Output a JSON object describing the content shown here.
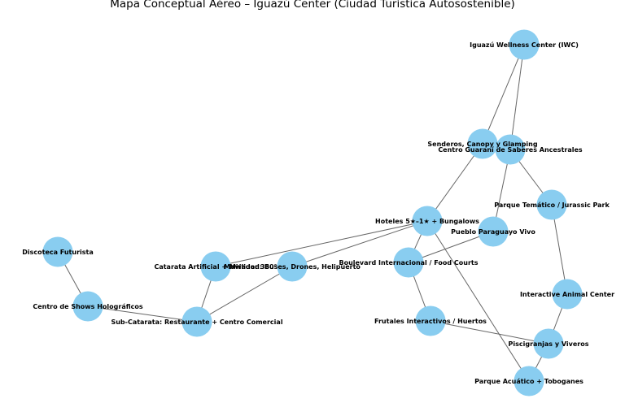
{
  "title": "Mapa Conceptual Aéreo – Iguazú Center (Ciudad Turística Autosostenible)",
  "colors": {
    "node": "#89CDF0",
    "edge": "#666666",
    "label": "#000000"
  },
  "nodes": [
    {
      "id": "iwc",
      "label": "Iguazú Wellness Center (IWC)"
    },
    {
      "id": "senderos",
      "label": "Senderos, Canopy y Glamping"
    },
    {
      "id": "guarani",
      "label": "Centro Guaraní de Saberes Ancestrales"
    },
    {
      "id": "parque_tematico",
      "label": "Parque Temático / Jurassic Park"
    },
    {
      "id": "hoteles",
      "label": "Hoteles 5★–1★ + Bungalows"
    },
    {
      "id": "pueblo",
      "label": "Pueblo Paraguayo Vivo"
    },
    {
      "id": "boulevard",
      "label": "Boulevard Internacional / Food Courts"
    },
    {
      "id": "catarata",
      "label": "Catarata Artificial + Mirador 360°"
    },
    {
      "id": "movilidad",
      "label": "Movilidad: Buses, Drones, Helipuerto"
    },
    {
      "id": "discoteca",
      "label": "Discoteca Futurista"
    },
    {
      "id": "shows",
      "label": "Centro de Shows Holográficos"
    },
    {
      "id": "subcatarata",
      "label": "Sub-Catarata: Restaurante + Centro Comercial"
    },
    {
      "id": "animal",
      "label": "Interactive Animal Center"
    },
    {
      "id": "frutales",
      "label": "Frutales Interactivos / Huertos"
    },
    {
      "id": "piscigranjas",
      "label": "Piscigranjas y Viveros"
    },
    {
      "id": "acuatico",
      "label": "Parque Acuático + Toboganes"
    }
  ],
  "edges": [
    [
      "iwc",
      "senderos"
    ],
    [
      "iwc",
      "guarani"
    ],
    [
      "senderos",
      "hoteles"
    ],
    [
      "guarani",
      "pueblo"
    ],
    [
      "guarani",
      "parque_tematico"
    ],
    [
      "parque_tematico",
      "animal"
    ],
    [
      "hoteles",
      "catarata"
    ],
    [
      "hoteles",
      "movilidad"
    ],
    [
      "hoteles",
      "boulevard"
    ],
    [
      "hoteles",
      "acuatico"
    ],
    [
      "pueblo",
      "boulevard"
    ],
    [
      "boulevard",
      "frutales"
    ],
    [
      "catarata",
      "subcatarata"
    ],
    [
      "movilidad",
      "subcatarata"
    ],
    [
      "discoteca",
      "shows"
    ],
    [
      "shows",
      "subcatarata"
    ],
    [
      "frutales",
      "piscigranjas"
    ],
    [
      "animal",
      "piscigranjas"
    ],
    [
      "piscigranjas",
      "acuatico"
    ]
  ]
}
